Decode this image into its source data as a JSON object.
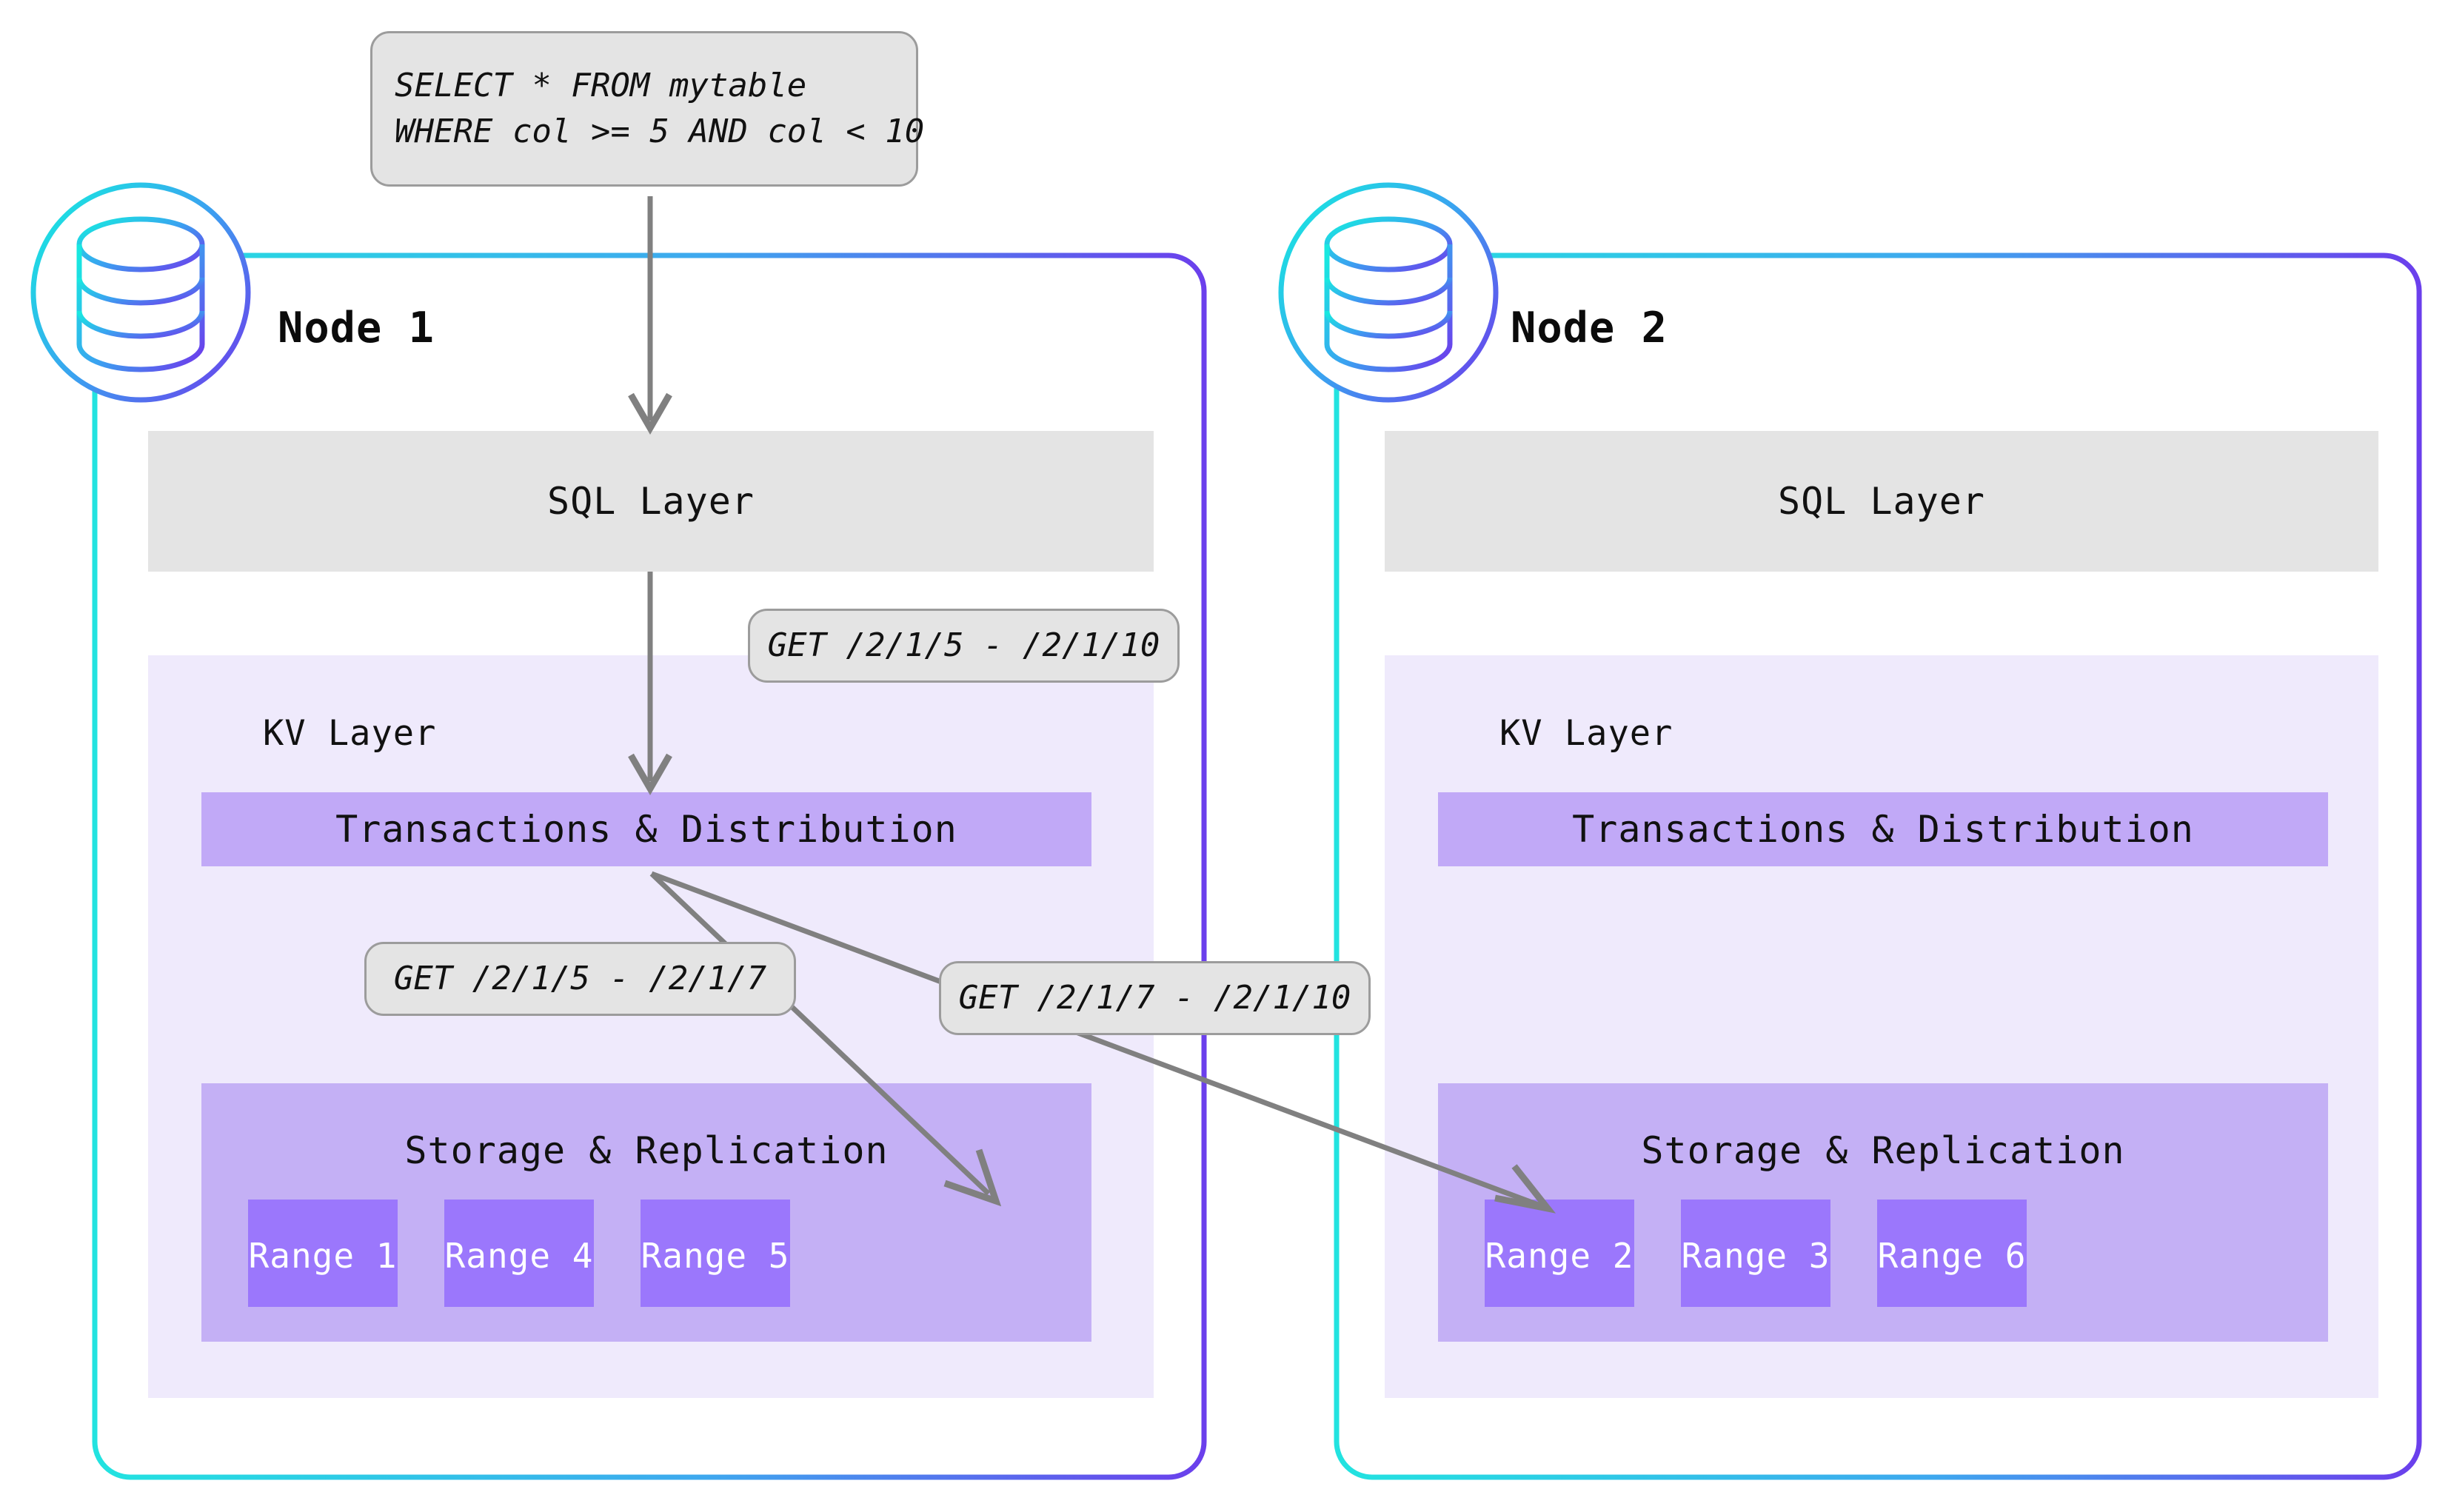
{
  "diagram": {
    "title": "CockroachDB distributed query routing across nodes",
    "colors": {
      "node_border_start": "#22e3e0",
      "node_border_end": "#6b3fec",
      "sql_layer_bg": "#e4e4e4",
      "kv_panel_bg": "#efeafc",
      "txn_bar_bg": "#c1a9f7",
      "storage_panel_bg": "#c4b0f5",
      "range_box_bg": "#9b77fc",
      "range_text": "#ffffff",
      "arrow": "#808080",
      "note_bg": "#e4e4e4",
      "note_border": "#9c9c9c",
      "text": "#111111"
    }
  },
  "query_box": {
    "name": "sql-query-note",
    "line1": "SELECT * FROM mytable",
    "line2": "WHERE col >= 5 AND col < 10"
  },
  "nodes": [
    {
      "id": "node-1",
      "title": "Node 1",
      "icon": "database-icon",
      "sql_layer_label": "SQL Layer",
      "kv_layer_label": "KV Layer",
      "transactions_label": "Transactions & Distribution",
      "storage_label": "Storage & Replication",
      "ranges": [
        "Range 1",
        "Range 4",
        "Range 5"
      ]
    },
    {
      "id": "node-2",
      "title": "Node 2",
      "icon": "database-icon",
      "sql_layer_label": "SQL Layer",
      "kv_layer_label": "KV Layer",
      "transactions_label": "Transactions & Distribution",
      "storage_label": "Storage & Replication",
      "ranges": [
        "Range 2",
        "Range 3",
        "Range 6"
      ]
    }
  ],
  "callouts": [
    {
      "id": "get-full-range",
      "text": "GET /2/1/5 - /2/1/10"
    },
    {
      "id": "get-left-range",
      "text": "GET /2/1/5 - /2/1/7"
    },
    {
      "id": "get-right-range",
      "text": "GET /2/1/7 - /2/1/10"
    }
  ]
}
